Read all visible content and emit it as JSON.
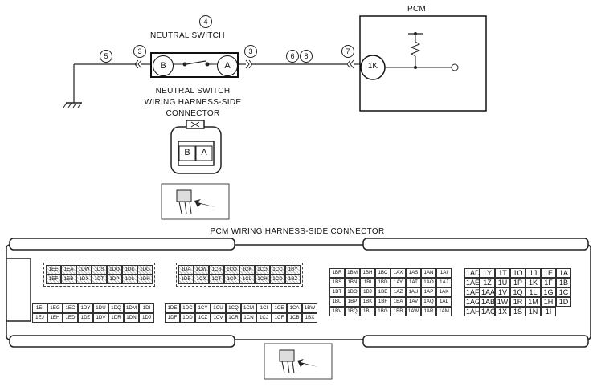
{
  "labels": {
    "pcm": "PCM",
    "neutral_switch": "NEUTRAL SWITCH",
    "ns_harness_line1": "NEUTRAL SWITCH",
    "ns_harness_line2": "WIRING HARNESS-SIDE",
    "ns_harness_line3": "CONNECTOR",
    "pcm_connector": "PCM WIRING HARNESS-SIDE CONNECTOR"
  },
  "callouts": {
    "c4": "4",
    "c5": "5",
    "c3a": "3",
    "c3b": "3",
    "c6": "6",
    "c8": "8",
    "c7": "7"
  },
  "switch_pins": {
    "b": "B",
    "a": "A"
  },
  "pcm_pin": "1K",
  "connector_pins": {
    "b": "B",
    "a": "A"
  },
  "pcm_blocks": {
    "block1": [
      [
        "1EE",
        "1EA",
        "1DW",
        "1DS",
        "1DO",
        "1DK",
        "1DG"
      ],
      [
        "1EF",
        "1EB",
        "1DX",
        "1DT",
        "1DP",
        "1DL",
        "1DH"
      ]
    ],
    "block2": [
      [
        "1DA",
        "1CW",
        "1CS",
        "1CO",
        "1CK",
        "1CG",
        "1CC",
        "1BY"
      ],
      [
        "1DB",
        "1CX",
        "1CT",
        "1CP",
        "1CL",
        "1CH",
        "1CD",
        "1BZ"
      ]
    ],
    "block3": [
      [
        "1EI",
        "1EG",
        "1EC",
        "1DY",
        "1DU",
        "1DQ",
        "1DM",
        "1DI"
      ],
      [
        "1EJ",
        "1EH",
        "1ED",
        "1DZ",
        "1DV",
        "1DR",
        "1DN",
        "1DJ"
      ]
    ],
    "block4": [
      [
        "1DE",
        "1DC",
        "1CY",
        "1CU",
        "1CQ",
        "1CM",
        "1CI",
        "1CE",
        "1CA",
        "1BW"
      ],
      [
        "1DF",
        "1DD",
        "1CZ",
        "1CV",
        "1CR",
        "1CN",
        "1CJ",
        "1CF",
        "1CB",
        "1BX"
      ]
    ],
    "block5": [
      [
        "1BR",
        "1BM",
        "1BH",
        "1BC",
        "1AX",
        "1AS",
        "1AN",
        "1AI"
      ],
      [
        "1BS",
        "1BN",
        "1BI",
        "1BD",
        "1AY",
        "1AT",
        "1AO",
        "1AJ"
      ],
      [
        "1BT",
        "1BO",
        "1BJ",
        "1BE",
        "1AZ",
        "1AU",
        "1AP",
        "1AK"
      ],
      [
        "1BU",
        "1BP",
        "1BK",
        "1BF",
        "1BA",
        "1AV",
        "1AQ",
        "1AL"
      ],
      [
        "1BV",
        "1BQ",
        "1BL",
        "1BG",
        "1BB",
        "1AW",
        "1AR",
        "1AM"
      ]
    ],
    "block6": [
      [
        "1AD",
        "1Y",
        "1T",
        "1O",
        "1J",
        "1E",
        "1A"
      ],
      [
        "1AE",
        "1Z",
        "1U",
        "1P",
        "1K",
        "1F",
        "1B"
      ],
      [
        "1AF",
        "1AA",
        "1V",
        "1Q",
        "1L",
        "1G",
        "1C"
      ],
      [
        "1AG",
        "1AB",
        "1W",
        "1R",
        "1M",
        "1H",
        "1D"
      ],
      [
        "1AH",
        "1AC",
        "1X",
        "1S",
        "1N",
        "1I"
      ]
    ]
  }
}
